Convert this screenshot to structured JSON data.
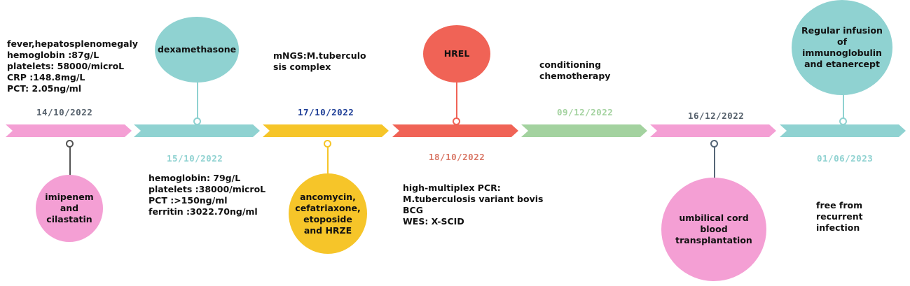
{
  "colors": {
    "pink": "#f49fd4",
    "teal": "#8fd2d1",
    "yellow": "#f6c529",
    "red": "#f06356",
    "green": "#a3d29f"
  },
  "timeline": [
    {
      "date": "14/10/2022",
      "color": "#f49fd4",
      "date_color": "#55606b"
    },
    {
      "date": "15/10/2022",
      "color": "#8fd2d1",
      "date_color": "#8fd2d1"
    },
    {
      "date": "17/10/2022",
      "color": "#f6c529",
      "date_color": "#1d3d96"
    },
    {
      "date": "18/10/2022",
      "color": "#f06356",
      "date_color": "#d97766"
    },
    {
      "date": "09/12/2022",
      "color": "#a3d29f",
      "date_color": "#a3d29f"
    },
    {
      "date": "16/12/2022",
      "color": "#f49fd4",
      "date_color": "#55606b"
    },
    {
      "date": "01/06/2023",
      "color": "#8fd2d1",
      "date_color": "#8fd2d1"
    }
  ],
  "notes": {
    "n1": "fever,hepatosplenomegaly\nhemoglobin :87g/L\nplatelets: 58000/microL\nCRP :148.8mg/L\nPCT: 2.05ng/ml",
    "n2": "hemoglobin: 79g/L\nplatelets :38000/microL\nPCT :>150ng/ml\nferritin :3022.70ng/ml",
    "n3": "mNGS:M.tuberculo\nsis complex",
    "n4": "high-multiplex PCR:\nM.tuberculosis variant bovis\n BCG\nWES:  X-SCID",
    "n5": "conditioning\nchemotherapy",
    "n6": "free from recurrent\ninfection"
  },
  "circles": {
    "c1": "imipenem and cilastatin",
    "c2": "dexamethasone",
    "c3": "ancomycin, cefatriaxone, etoposide and HRZE",
    "c4": "HREL",
    "c5": "umbilical cord blood transplantation",
    "c6": "Regular infusion of immunoglobulin and etanercept"
  }
}
